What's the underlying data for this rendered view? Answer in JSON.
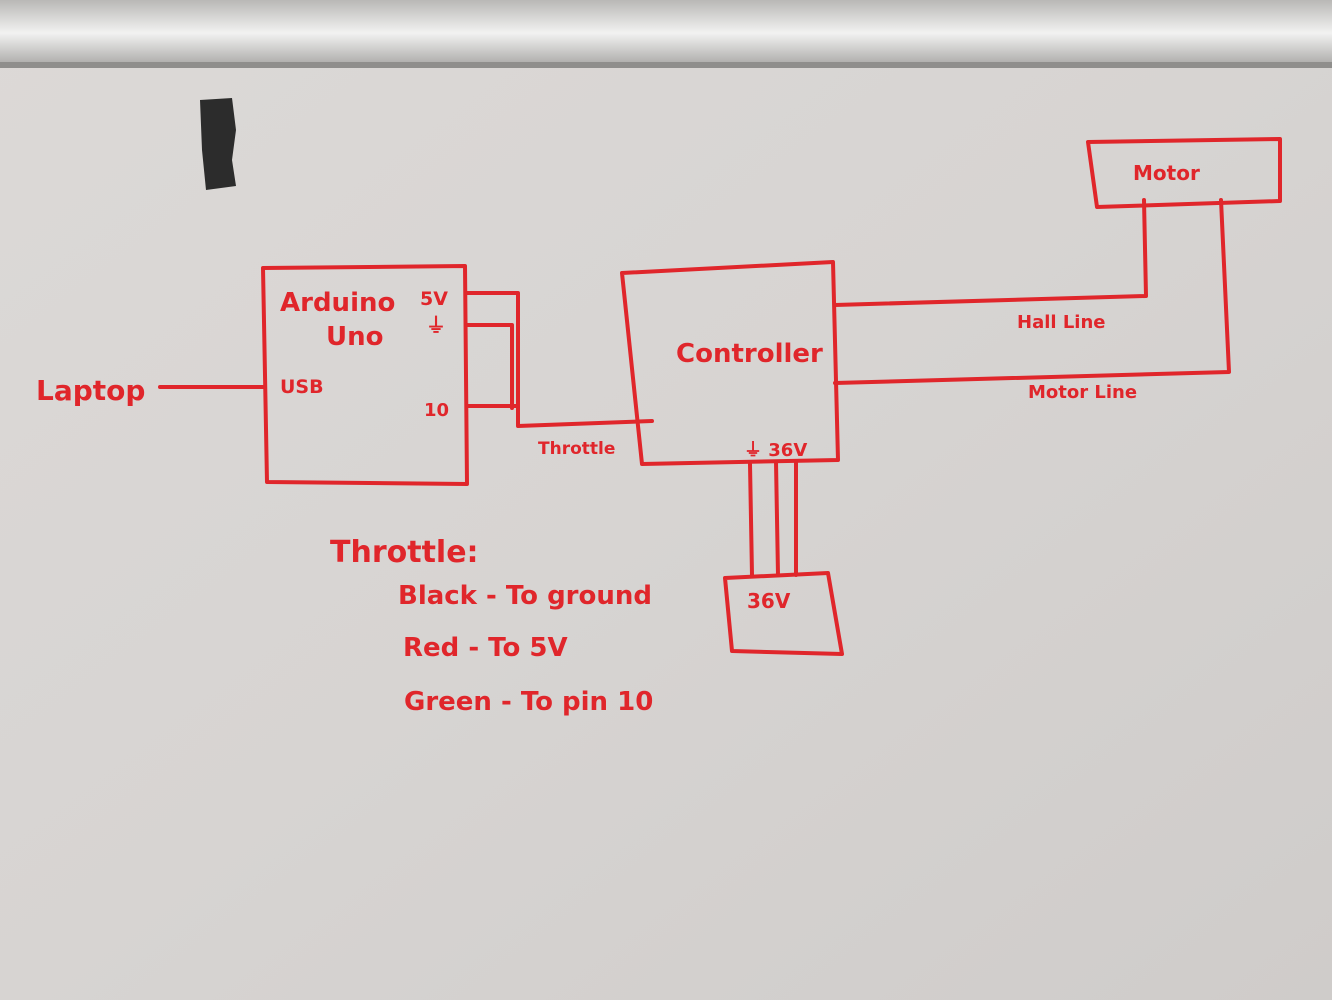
{
  "colors": {
    "marker": "#e0262b",
    "board": "#d8d5d3",
    "frame": "#c8c6c4"
  },
  "laptop": {
    "label": "Laptop"
  },
  "arduino": {
    "title_line1": "Arduino",
    "title_line2": "Uno",
    "pin_5v": "5V",
    "pin_gnd": "⏚",
    "pin_usb": "USB",
    "pin_10": "10"
  },
  "controller": {
    "label": "Controller",
    "power_label": "⏚ 36V"
  },
  "motor": {
    "label": "Motor"
  },
  "battery": {
    "label": "36V"
  },
  "wires": {
    "throttle": "Throttle",
    "hall": "Hall Line",
    "motor_line": "Motor Line"
  },
  "notes": {
    "heading": "Throttle:",
    "lines": [
      "Black - To ground",
      "Red - To 5V",
      "Green - To pin 10"
    ]
  }
}
